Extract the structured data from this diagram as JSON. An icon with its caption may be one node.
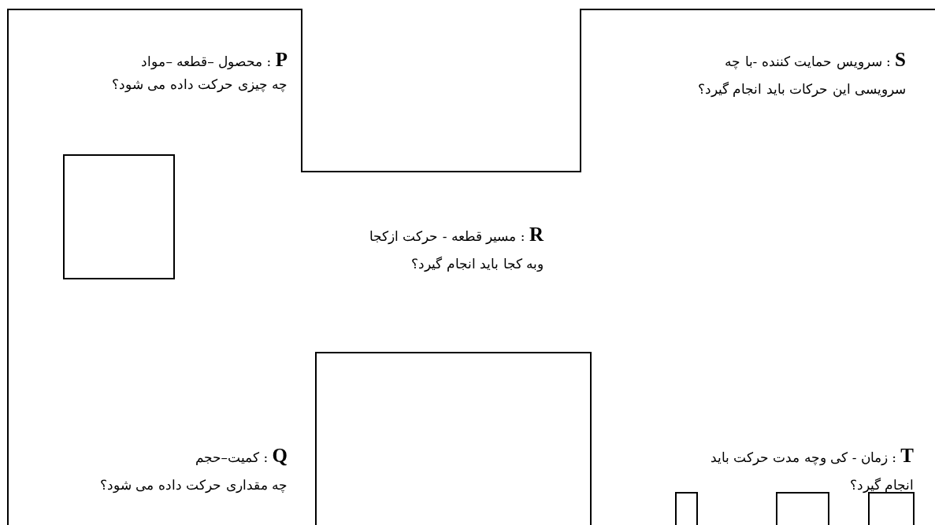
{
  "diagram": {
    "nodes": [
      {
        "text": [],
        "shape": "box"
      },
      {
        "text": [],
        "shape": "box"
      },
      {
        "text": [],
        "shape": "box"
      },
      {
        "text": [],
        "shape": "box"
      },
      {
        "text": [],
        "shape": "box"
      }
    ],
    "edges": [],
    "labels": [
      "**P** : محصول –قطعه –مواد",
      "چه چیزی حرکت داده می شود؟",
      "**S** : سرویس حمایت کننده -با چه سرویسی این حرکات باید انجام گیرد؟",
      "**R** : مسیر قطعه - حرکت ازکجا وبه کجا باید انجام گیرد؟",
      "**Q** : کمیت–حجم",
      "چه مقداری حرکت داده می شود؟",
      "**T** : زمان - کی وچه مدت حرکت باید انجام گیرد؟"
    ]
  }
}
